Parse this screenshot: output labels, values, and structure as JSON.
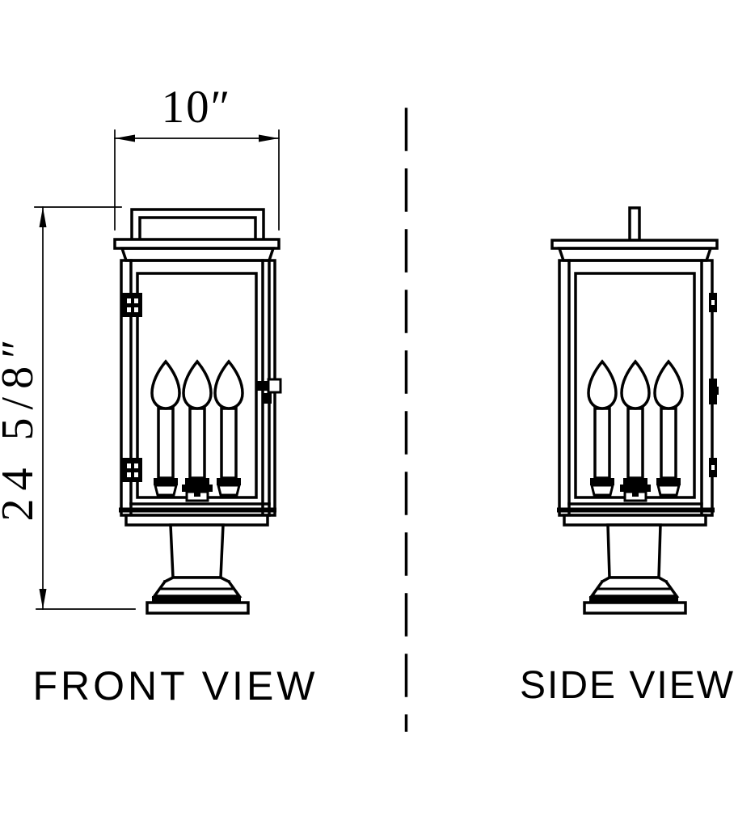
{
  "page": {
    "background_color": "#ffffff",
    "ink_color": "#000000",
    "description": "Technical line drawing of a 3-light pier-mount outdoor lantern, front and side orthographic views"
  },
  "dimensions": {
    "width_label": "10″",
    "height_label": "24 5/8″"
  },
  "views": {
    "front": {
      "label": "FRONT VIEW"
    },
    "side": {
      "label": "SIDE VIEW"
    }
  }
}
